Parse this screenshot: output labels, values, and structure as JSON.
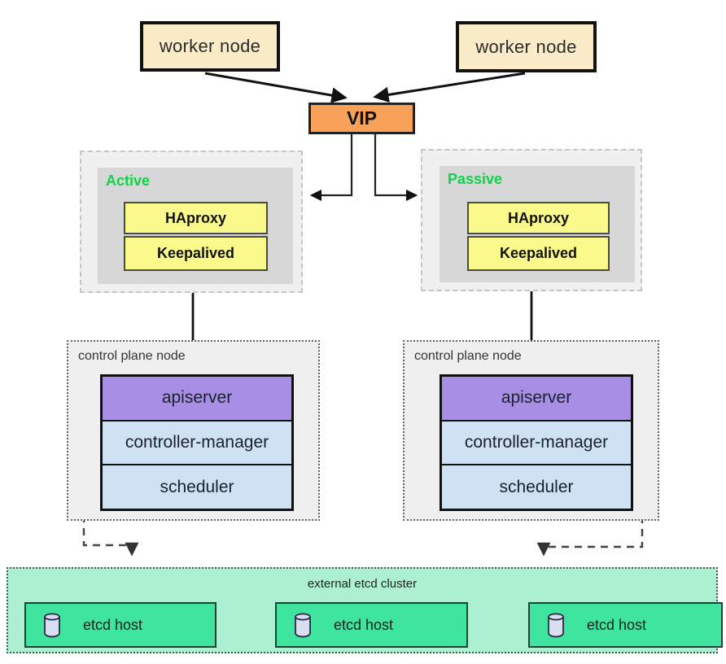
{
  "workers": {
    "left": "worker node",
    "right": "worker node"
  },
  "vip": {
    "label": "VIP"
  },
  "lb": {
    "left": {
      "status": "Active",
      "items": [
        "HAproxy",
        "Keepalived"
      ]
    },
    "right": {
      "status": "Passive",
      "items": [
        "HAproxy",
        "Keepalived"
      ]
    }
  },
  "cp": {
    "left": {
      "label": "control plane node",
      "components": [
        "apiserver",
        "controller-manager",
        "scheduler"
      ]
    },
    "right": {
      "label": "control plane node",
      "components": [
        "apiserver",
        "controller-manager",
        "scheduler"
      ]
    }
  },
  "etcd": {
    "label": "external etcd cluster",
    "hosts": [
      "etcd host",
      "etcd host",
      "etcd host"
    ]
  },
  "icons": {
    "database": "database-cylinder-icon"
  },
  "colors": {
    "worker_fill": "#FAECC9",
    "vip_fill": "#F7A159",
    "status_green": "#0FD24A",
    "proxy_yellow": "#FAFA8C",
    "panel_gray": "#D7D7D7",
    "panel_light": "#F0F0F0",
    "apiserver_purple": "#A98EE6",
    "component_blue": "#CFE2F4",
    "etcd_bg": "#ACF0D1",
    "etcd_host_green": "#3FE59F",
    "cylinder_fill": "#D9DEF2"
  }
}
